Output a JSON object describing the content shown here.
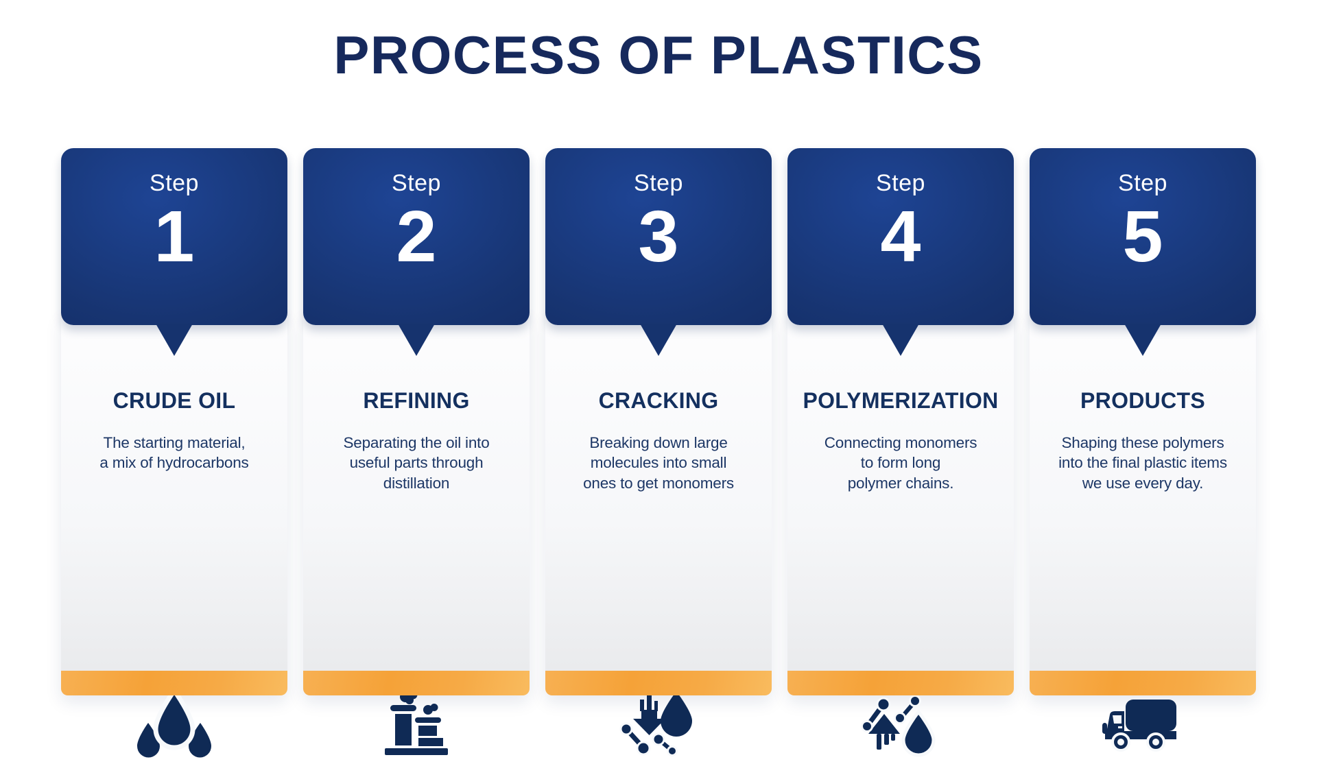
{
  "page": {
    "title": "PROCESS OF PLASTICS"
  },
  "colors": {
    "title_navy": "#16295c",
    "header_blue_light": "#1e4494",
    "header_blue_dark": "#122a61",
    "pointer_navy": "#16336e",
    "card_title_navy": "#14305f",
    "description_navy": "#1d3766",
    "icon_navy": "#0f2a55",
    "footer_orange": "#f5a238",
    "footer_orange_light": "#f9bb5e",
    "body_top": "#fdfdfe",
    "body_bottom": "#e9eaec"
  },
  "steps": [
    {
      "step_label": "Step",
      "number": "1",
      "title": "CRUDE OIL",
      "description_lines": [
        "The starting material,",
        "a mix of hydrocarbons"
      ],
      "icon": "oil-drops-icon"
    },
    {
      "step_label": "Step",
      "number": "2",
      "title": "REFINING",
      "description_lines": [
        "Separating the oil into",
        "useful parts through",
        "distillation"
      ],
      "icon": "refinery-icon"
    },
    {
      "step_label": "Step",
      "number": "3",
      "title": "CRACKING",
      "description_lines": [
        "Breaking down large",
        "molecules into small",
        "ones to get monomers"
      ],
      "icon": "cracking-icon"
    },
    {
      "step_label": "Step",
      "number": "4",
      "title": "POLYMERIZATION",
      "description_lines": [
        "Connecting monomers",
        "to form long",
        "polymer chains."
      ],
      "icon": "polymerization-icon"
    },
    {
      "step_label": "Step",
      "number": "5",
      "title": "PRODUCTS",
      "description_lines": [
        "Shaping these polymers",
        "into the final plastic items",
        "we use every day."
      ],
      "icon": "delivery-truck-icon"
    }
  ]
}
